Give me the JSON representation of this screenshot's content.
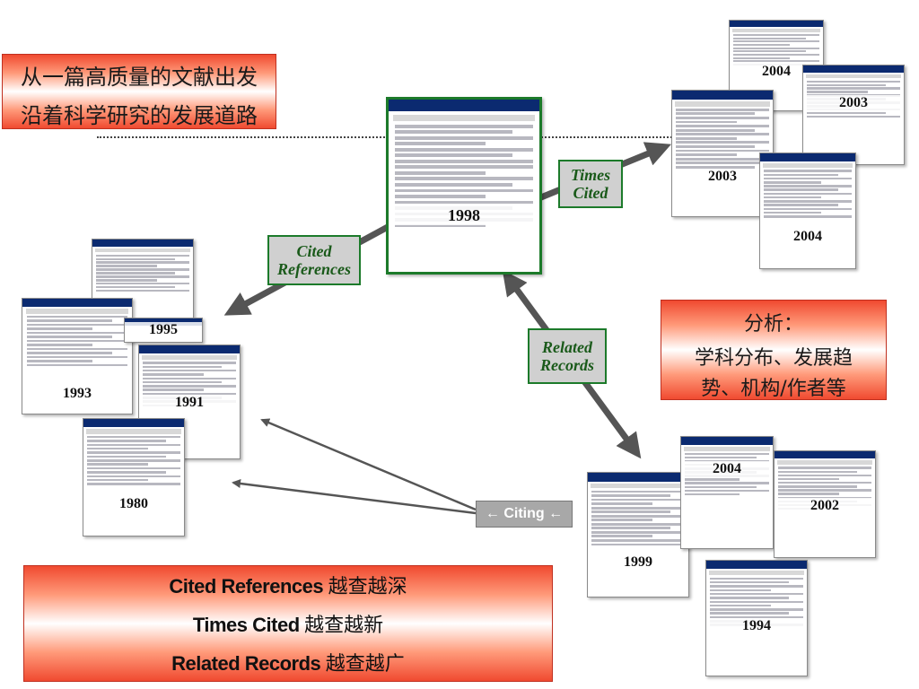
{
  "top_left": {
    "line1": "从一篇高质量的文献出发",
    "line2": "沿着科学研究的发展道路"
  },
  "labels": {
    "times_cited": {
      "line1": "Times",
      "line2": "Cited"
    },
    "cited_references": {
      "line1": "Cited",
      "line2": "References"
    },
    "related_records": {
      "line1": "Related",
      "line2": "Records"
    },
    "citing": "← Citing ←"
  },
  "analysis": {
    "line1": "分析：",
    "line2": "学科分布、发展趋",
    "line3": "势、机构/作者等"
  },
  "bottom": [
    {
      "en": "Cited References",
      "zh": "越查越深"
    },
    {
      "en": "Times Cited",
      "zh": "越查越新"
    },
    {
      "en": "Related Records",
      "zh": "越查越广"
    }
  ],
  "records": {
    "main": "1998",
    "times_cited": [
      "2004",
      "2003",
      "2003",
      "2004"
    ],
    "cited_refs": [
      "1995",
      "1993",
      "1991",
      "1980"
    ],
    "related": [
      "1999",
      "2004",
      "2002",
      "1994"
    ]
  },
  "colors": {
    "frame_green": "#1c7a2a",
    "label_green": "#1a5a1a",
    "arrow_gray": "#555555",
    "red": "#f04a30"
  }
}
